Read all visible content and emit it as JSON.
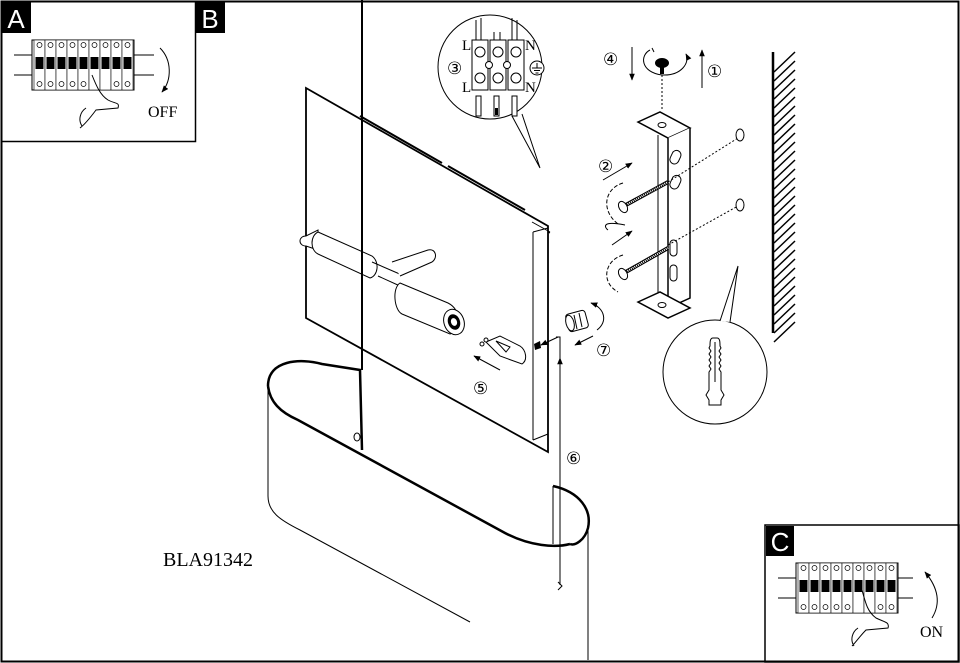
{
  "document": {
    "type": "installation-instruction-sheet",
    "model_number": "BLA91342"
  },
  "panels": {
    "a": {
      "label": "A",
      "caption": "OFF",
      "description": "Switch off circuit breaker"
    },
    "b": {
      "label": "B",
      "description": "Main installation diagram"
    },
    "c": {
      "label": "C",
      "caption": "ON",
      "description": "Switch on circuit breaker"
    }
  },
  "terminal_block": {
    "step": "③",
    "top_labels": [
      "L",
      "N"
    ],
    "bottom_labels": [
      "L",
      "N"
    ],
    "ground_symbol": "earth-ground"
  },
  "steps": [
    {
      "number": "①",
      "description": "Remove screw upward"
    },
    {
      "number": "②",
      "description": "Fix bracket to wall with screws"
    },
    {
      "number": "③",
      "description": "Connect wires to terminal block"
    },
    {
      "number": "④",
      "description": "Tighten screw"
    },
    {
      "number": "⑤",
      "description": "Insert bulb"
    },
    {
      "number": "⑥",
      "description": "Mount shade"
    },
    {
      "number": "⑦",
      "description": "Fasten knurled nut"
    }
  ],
  "callouts": {
    "wall_plug": "wall-plug-detail"
  },
  "colors": {
    "ink": "#000000",
    "paper": "#ffffff"
  }
}
